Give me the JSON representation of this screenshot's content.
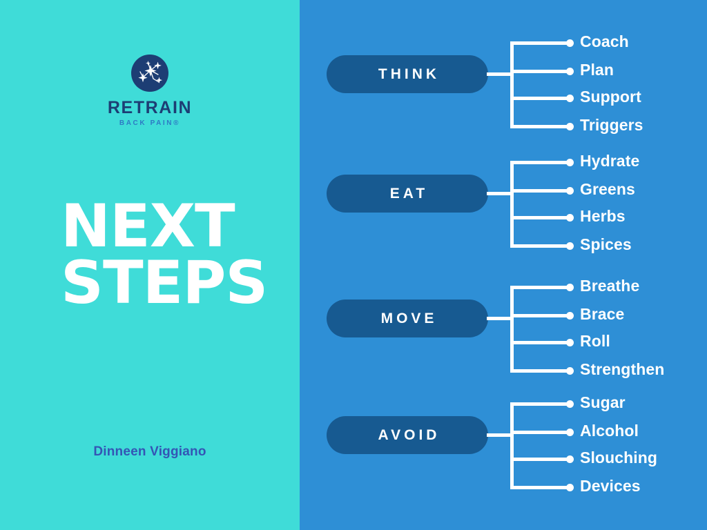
{
  "colors": {
    "left_bg": "#3FDCD8",
    "right_bg": "#2E8FD6",
    "pill_bg": "#175A91",
    "line": "#ffffff",
    "headline": "#ffffff",
    "author": "#3455B5",
    "logo_navy": "#1D3E74",
    "logo_blue": "#2E79C4"
  },
  "brand": {
    "logo_icon": "starburst-network-circle-icon",
    "wordmark": "RETRAIN",
    "tagline": "BACK PAIN®"
  },
  "headline": {
    "line1": "NEXT",
    "line2": "STEPS"
  },
  "author": {
    "name": "Dinneen Viggiano"
  },
  "diagram": {
    "type": "mind-map",
    "groups": [
      {
        "id": "think",
        "label": "THINK",
        "items": [
          "Coach",
          "Plan",
          "Support",
          "Triggers"
        ]
      },
      {
        "id": "eat",
        "label": "EAT",
        "items": [
          "Hydrate",
          "Greens",
          "Herbs",
          "Spices"
        ]
      },
      {
        "id": "move",
        "label": "MOVE",
        "items": [
          "Breathe",
          "Brace",
          "Roll",
          "Strengthen"
        ]
      },
      {
        "id": "avoid",
        "label": "AVOID",
        "items": [
          "Sugar",
          "Alcohol",
          "Slouching",
          "Devices"
        ]
      }
    ]
  }
}
